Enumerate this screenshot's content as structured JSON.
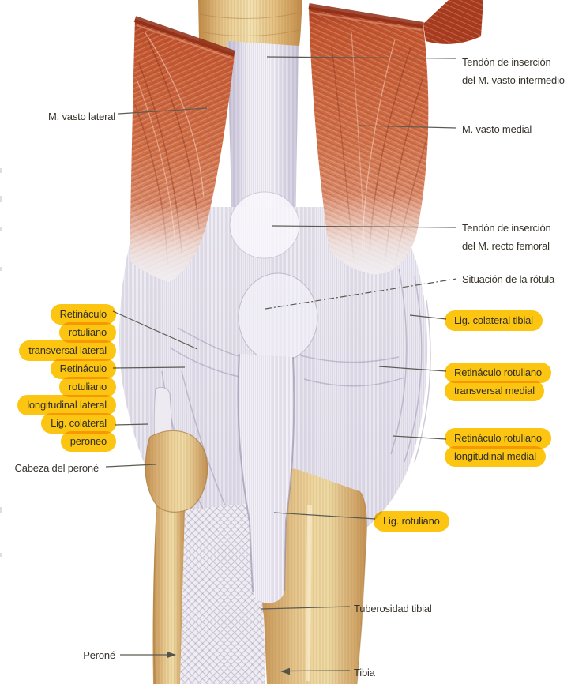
{
  "colors": {
    "highlight_pill": "#FBC511",
    "pill_overlap": "#F79801",
    "label_text": "#37332B",
    "leader_line": "#5C5A52",
    "muscle_red": "#CE6B44",
    "bone_tan": "#E5BE82",
    "tendon_white": "#F1EFF4"
  },
  "labels": {
    "left": {
      "vasto_lateral": "M. vasto lateral",
      "ret_trans_lat": {
        "l1": "Retináculo",
        "l2": "rotuliano",
        "l3": "transversal lateral"
      },
      "ret_long_lat": {
        "l1": "Retináculo",
        "l2": "rotuliano",
        "l3": "longitudinal lateral"
      },
      "lig_col_peroneo": {
        "l1": "Lig. colateral",
        "l2": "peroneo"
      },
      "cabeza_perone": "Cabeza del peroné",
      "perone": "Peroné"
    },
    "right": {
      "tendon_intermedio": {
        "l1": "Tendón de inserción",
        "l2": "del M. vasto intermedio"
      },
      "vasto_medial": "M. vasto medial",
      "tendon_recto": {
        "l1": "Tendón de inserción",
        "l2": "del M. recto femoral"
      },
      "situacion_rotula": "Situación de la rótula",
      "lig_colateral_tibial": "Lig. colateral tibial",
      "ret_trans_medial": {
        "l1": "Retináculo rotuliano",
        "l2": "transversal medial"
      },
      "ret_long_medial": {
        "l1": "Retináculo rotuliano",
        "l2": "longitudinal medial"
      },
      "lig_rotuliano": "Lig. rotuliano",
      "tuberosidad_tibial": "Tuberosidad tibial",
      "tibia": "Tibia"
    }
  }
}
